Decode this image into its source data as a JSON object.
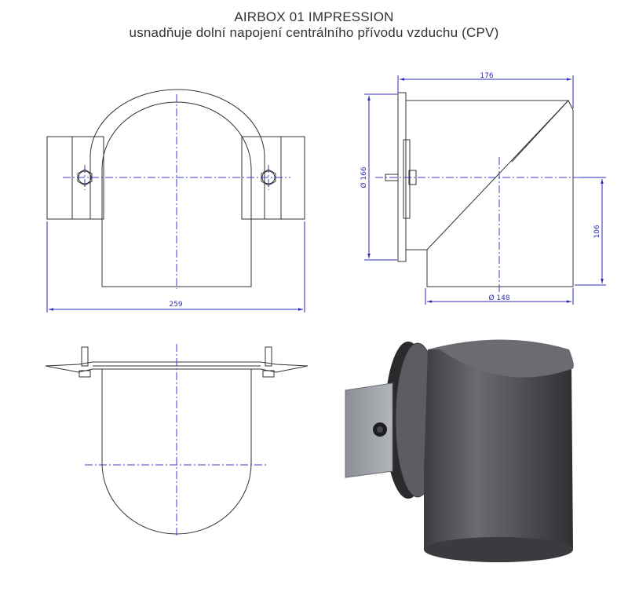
{
  "title": "AIRBOX 01 IMPRESSION",
  "subtitle": "usnadňuje dolní napojení centrálního přívodu vzduchu (CPV)",
  "dimensions": {
    "overall_width": "259",
    "flange_diameter": "Ø 166",
    "total_length": "176",
    "pipe_height": "106",
    "pipe_diameter": "Ø 148"
  },
  "colors": {
    "outline": "#333333",
    "centerline": "#3b3bd0",
    "dimension": "#2b2bb8",
    "metal_dark": "#4a4b4f",
    "plate": "#9a9ea3"
  }
}
